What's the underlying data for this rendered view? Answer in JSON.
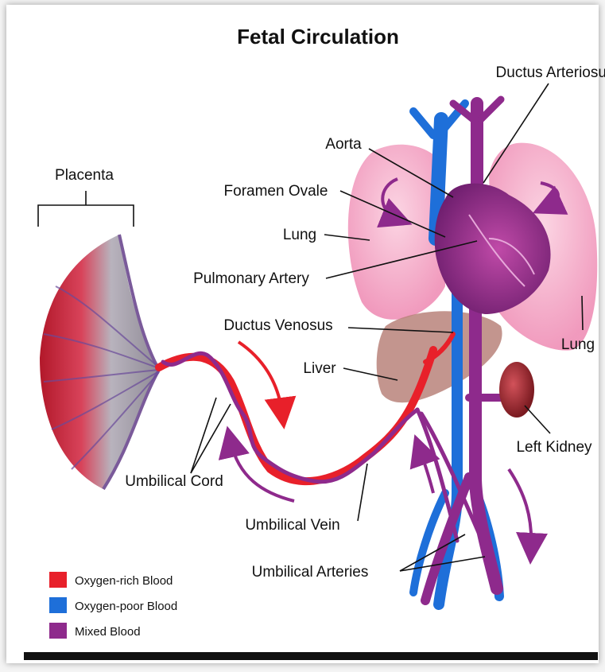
{
  "title": "Fetal Circulation",
  "labels": {
    "ductus_arteriosus": "Ductus Arteriosus",
    "aorta": "Aorta",
    "foramen_ovale": "Foramen Ovale",
    "lung_left": "Lung",
    "lung_right": "Lung",
    "pulmonary_artery": "Pulmonary Artery",
    "ductus_venosus": "Ductus Venosus",
    "liver": "Liver",
    "placenta": "Placenta",
    "left_kidney": "Left Kidney",
    "umbilical_cord": "Umbilical Cord",
    "umbilical_vein": "Umbilical Vein",
    "umbilical_arteries": "Umbilical Arteries"
  },
  "legend": [
    {
      "label": "Oxygen-rich Blood",
      "color": "#e8202a"
    },
    {
      "label": "Oxygen-poor Blood",
      "color": "#1e6fd9"
    },
    {
      "label": "Mixed Blood",
      "color": "#8e2a8c"
    }
  ],
  "colors": {
    "oxygen_rich": "#e8202a",
    "oxygen_poor": "#1e6fd9",
    "mixed": "#8e2a8c",
    "lung": "#f5a3c4",
    "liver": "#b9837a",
    "kidney": "#a3262c",
    "placenta": "#c8283a"
  }
}
